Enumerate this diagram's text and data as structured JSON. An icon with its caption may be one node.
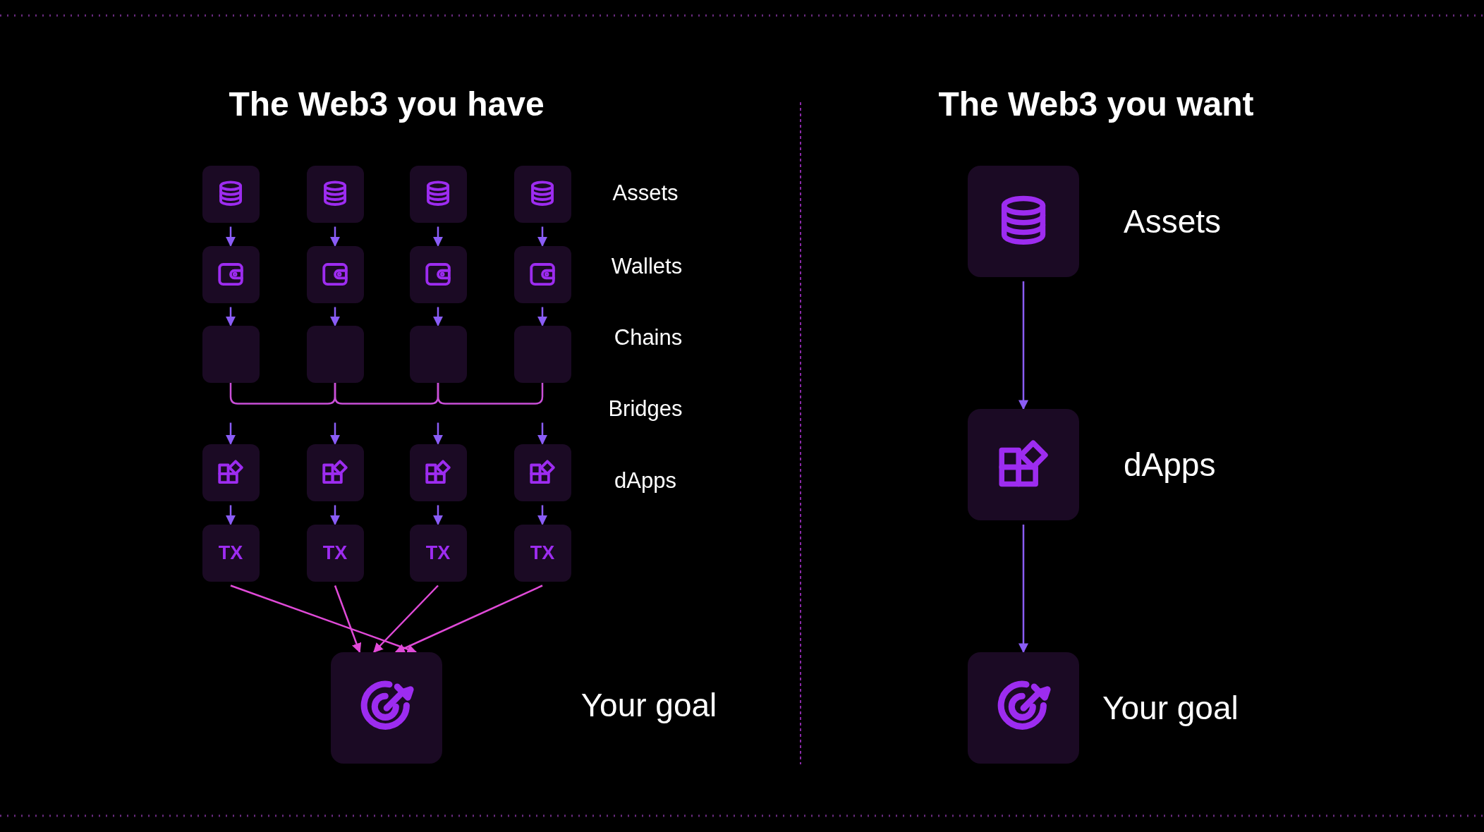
{
  "diagram": {
    "nodes": [
      {
        "text": [],
        "shape": "box"
      },
      {
        "text": [],
        "shape": "box"
      },
      {
        "text": [],
        "shape": "box"
      },
      {
        "text": [],
        "shape": "box"
      },
      {
        "text": [],
        "shape": "box"
      },
      {
        "text": [],
        "shape": "box"
      },
      {
        "text": [],
        "shape": "box"
      },
      {
        "text": [],
        "shape": "box"
      },
      {
        "text": [],
        "shape": "box"
      },
      {
        "text": [],
        "shape": "box"
      },
      {
        "text": [],
        "shape": "box"
      },
      {
        "text": [],
        "shape": "box"
      },
      {
        "text": [],
        "shape": "box"
      },
      {
        "text": [],
        "shape": "box"
      },
      {
        "text": [],
        "shape": "box"
      },
      {
        "text": [],
        "shape": "box"
      },
      {
        "text": [
          "TX"
        ]
      },
      {
        "text": [
          "TX"
        ]
      },
      {
        "text": [
          "TX"
        ]
      },
      {
        "text": [
          "TX"
        ]
      },
      {
        "text": [],
        "shape": "box"
      },
      {
        "text": [],
        "shape": "box",
        "beside": [
          "Assets"
        ]
      },
      {
        "text": [],
        "shape": "box",
        "beside": [
          "dApps"
        ]
      },
      {
        "text": [],
        "shape": "box",
        "beside": [
          "Your goal"
        ]
      }
    ],
    "edges": [
      {
        "from": 0,
        "to": 4,
        "arrow": "to"
      },
      {
        "from": 1,
        "to": 5,
        "arrow": "to"
      },
      {
        "from": 2,
        "to": 6,
        "arrow": "to"
      },
      {
        "from": 3,
        "to": 7,
        "arrow": "to"
      },
      {
        "from": 4,
        "to": 8,
        "arrow": "to"
      },
      {
        "from": 5,
        "to": 9,
        "arrow": "to"
      },
      {
        "from": 6,
        "to": 10,
        "arrow": "to"
      },
      {
        "from": 7,
        "to": 11,
        "arrow": "to"
      },
      {
        "from": 8,
        "to": 9,
        "arrow": "none",
        "color": "#c94fd8"
      },
      {
        "from": 9,
        "to": 10,
        "arrow": "none",
        "color": "#c94fd8"
      },
      {
        "from": 10,
        "to": 11,
        "arrow": "none",
        "color": "#c94fd8"
      },
      {
        "from": null,
        "to": 12,
        "arrow": "to"
      },
      {
        "from": null,
        "to": 13,
        "arrow": "to"
      },
      {
        "from": null,
        "to": 14,
        "arrow": "to"
      },
      {
        "from": null,
        "to": 15,
        "arrow": "to"
      },
      {
        "from": 12,
        "to": 16,
        "arrow": "to"
      },
      {
        "from": 13,
        "to": 17,
        "arrow": "to"
      },
      {
        "from": 14,
        "to": 18,
        "arrow": "to"
      },
      {
        "from": 15,
        "to": 19,
        "arrow": "to"
      },
      {
        "from": 16,
        "to": 20,
        "arrow": "to",
        "color": "#e04ad8"
      },
      {
        "from": 17,
        "to": 20,
        "arrow": "to",
        "color": "#e04ad8"
      },
      {
        "from": 18,
        "to": 20,
        "arrow": "to",
        "color": "#e04ad8"
      },
      {
        "from": 19,
        "to": 20,
        "arrow": "to",
        "color": "#e04ad8"
      },
      {
        "from": 21,
        "to": 22,
        "arrow": "to"
      },
      {
        "from": 22,
        "to": 23,
        "arrow": "to"
      }
    ],
    "labels": [
      "The Web3 you have",
      "The Web3 you want",
      "Assets",
      "Wallets",
      "Chains",
      "Bridges",
      "dApps",
      "Your goal"
    ]
  }
}
